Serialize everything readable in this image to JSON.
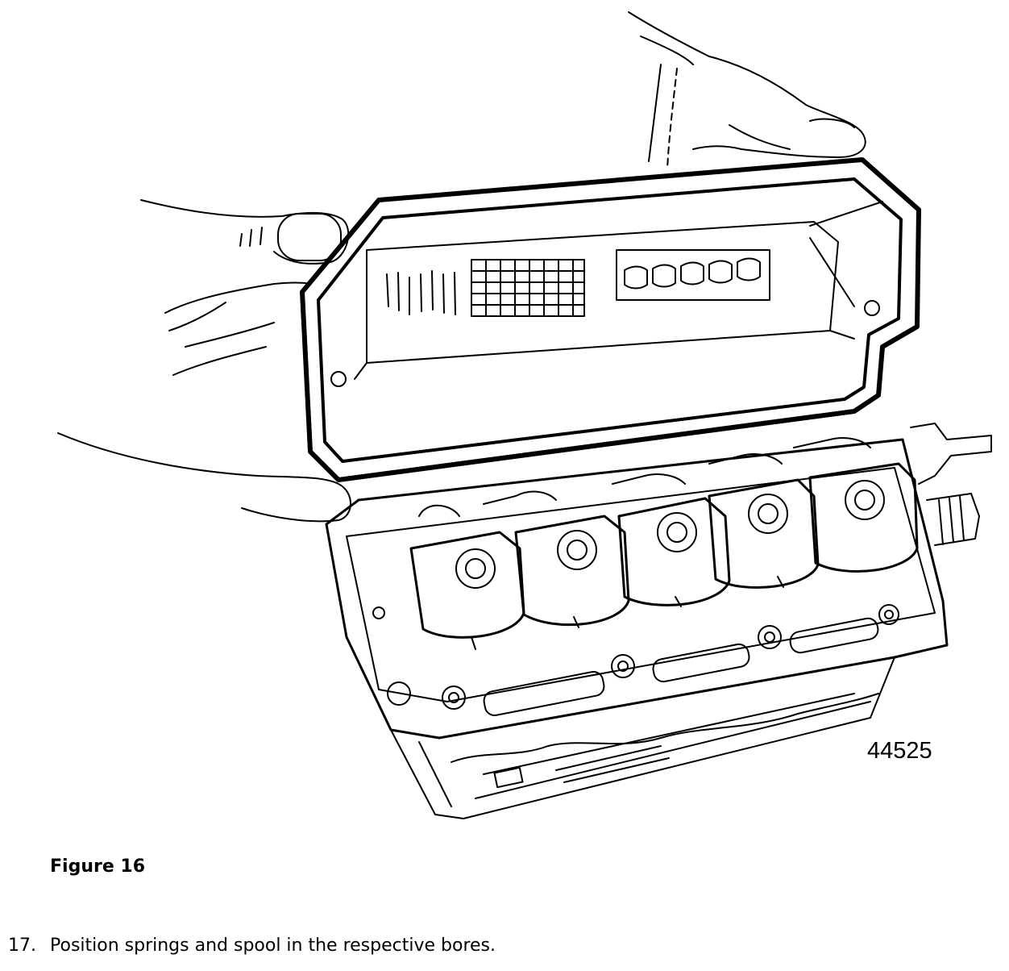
{
  "figure": {
    "illustration_number": "44525",
    "caption": "Figure 16",
    "depicts": "hands-lifting-valve-cover-icon"
  },
  "step": {
    "number": "17.",
    "text": "Position springs and spool in the respective bores."
  }
}
